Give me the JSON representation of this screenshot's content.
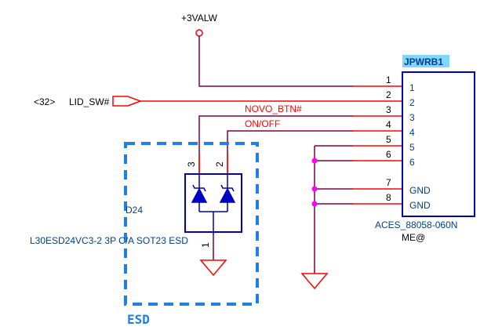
{
  "power_rail": "+3VALW",
  "connector": {
    "refdes": "JPWRB1",
    "part": "ACES_88058-060N",
    "variant": "ME@",
    "external_pins": [
      "1",
      "2",
      "3",
      "4",
      "5",
      "6",
      "7",
      "8"
    ],
    "internal_labels": [
      "1",
      "2",
      "3",
      "4",
      "5",
      "6",
      "GND",
      "GND"
    ]
  },
  "nets": {
    "novo": "NOVO_BTN#",
    "onoff": "ON/OFF",
    "lid_ref": "<32>",
    "lid_name": "LID_SW#"
  },
  "esd": {
    "refdes": "D24",
    "part": "L30ESD24VC3-2 3P C/A SOT23 ESD",
    "pin_left": "3",
    "pin_right": "2",
    "pin_bottom": "1",
    "box_label": "ESD"
  },
  "colors": {
    "wire": "#800040",
    "wire_red": "#ff0000",
    "component": "#0000c0",
    "pin_label": "#003f8f",
    "junction": "#ff00ff",
    "esd_box": "#1e7fe6",
    "refdes_bg": "#7fd6ff"
  }
}
